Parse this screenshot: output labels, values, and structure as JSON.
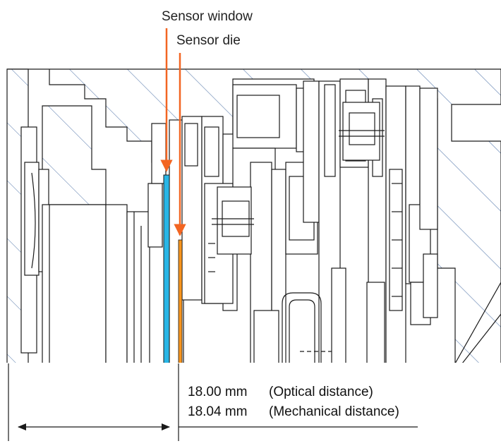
{
  "labels": {
    "sensor_window": "Sensor window",
    "sensor_die": "Sensor die"
  },
  "measurements": {
    "optical_value": "18.00 mm",
    "optical_desc": "(Optical distance)",
    "mechanical_value": "18.04 mm",
    "mechanical_desc": "(Mechanical distance)"
  },
  "colors": {
    "line": "#1a1a1a",
    "hatch": "#4a6fa5",
    "sensor_window": "#29b6e6",
    "sensor_die": "#f7941d",
    "arrow": "#f26522"
  }
}
